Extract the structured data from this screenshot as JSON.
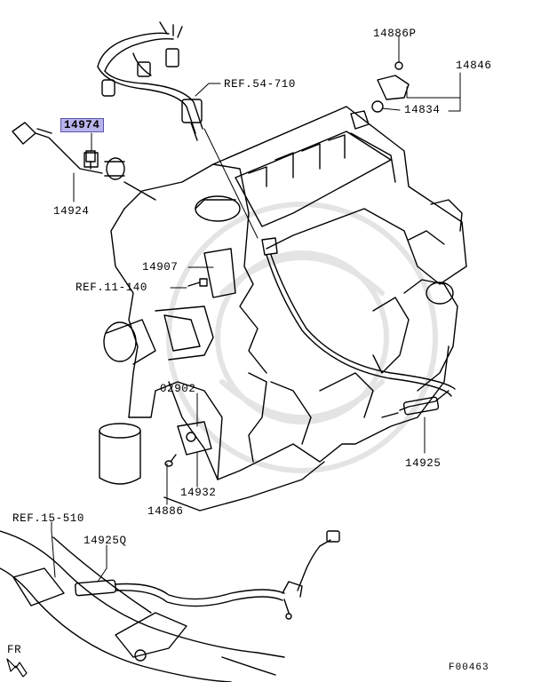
{
  "labels": {
    "p14974": "14974",
    "p14924": "14924",
    "ref54": "REF.54-710",
    "p14886p": "14886P",
    "p14846": "14846",
    "p14834": "14834",
    "p14907": "14907",
    "ref11": "REF.11-140",
    "p02902": "02902",
    "p14932": "14932",
    "p14886": "14886",
    "p14925": "14925",
    "ref15": "REF.15-510",
    "p14925q": "14925Q",
    "fr": "FR",
    "fig": "F00463"
  },
  "colors": {
    "highlight": "#b9b3ec",
    "line": "#000000",
    "watermark": "#e6e6e6"
  }
}
